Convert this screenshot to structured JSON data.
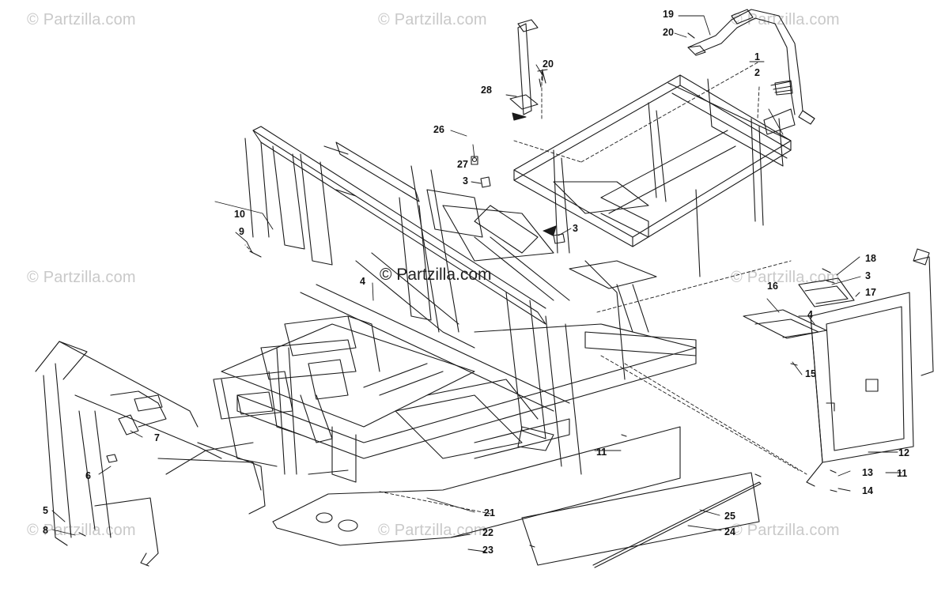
{
  "watermark": {
    "text": "© Partzilla.com",
    "center_text": "© Partzilla.com"
  },
  "callouts": [
    {
      "id": "c1",
      "label": "1"
    },
    {
      "id": "c2",
      "label": "2"
    },
    {
      "id": "c3a",
      "label": "3"
    },
    {
      "id": "c3b",
      "label": "3"
    },
    {
      "id": "c3c",
      "label": "3"
    },
    {
      "id": "c4a",
      "label": "4"
    },
    {
      "id": "c4b",
      "label": "4"
    },
    {
      "id": "c5",
      "label": "5"
    },
    {
      "id": "c6",
      "label": "6"
    },
    {
      "id": "c7",
      "label": "7"
    },
    {
      "id": "c8",
      "label": "8"
    },
    {
      "id": "c9",
      "label": "9"
    },
    {
      "id": "c10",
      "label": "10"
    },
    {
      "id": "c11a",
      "label": "11"
    },
    {
      "id": "c11b",
      "label": "11"
    },
    {
      "id": "c12",
      "label": "12"
    },
    {
      "id": "c13",
      "label": "13"
    },
    {
      "id": "c14",
      "label": "14"
    },
    {
      "id": "c15",
      "label": "15"
    },
    {
      "id": "c16",
      "label": "16"
    },
    {
      "id": "c17",
      "label": "17"
    },
    {
      "id": "c18",
      "label": "18"
    },
    {
      "id": "c19",
      "label": "19"
    },
    {
      "id": "c20a",
      "label": "20"
    },
    {
      "id": "c20b",
      "label": "20"
    },
    {
      "id": "c21",
      "label": "21"
    },
    {
      "id": "c22",
      "label": "22"
    },
    {
      "id": "c23",
      "label": "23"
    },
    {
      "id": "c24",
      "label": "24"
    },
    {
      "id": "c25",
      "label": "25"
    },
    {
      "id": "c26",
      "label": "26"
    },
    {
      "id": "c27",
      "label": "27"
    },
    {
      "id": "c28",
      "label": "28"
    }
  ],
  "colors": {
    "line": "#1a1a1a",
    "watermark": "#c9c9c9",
    "background": "#ffffff"
  }
}
